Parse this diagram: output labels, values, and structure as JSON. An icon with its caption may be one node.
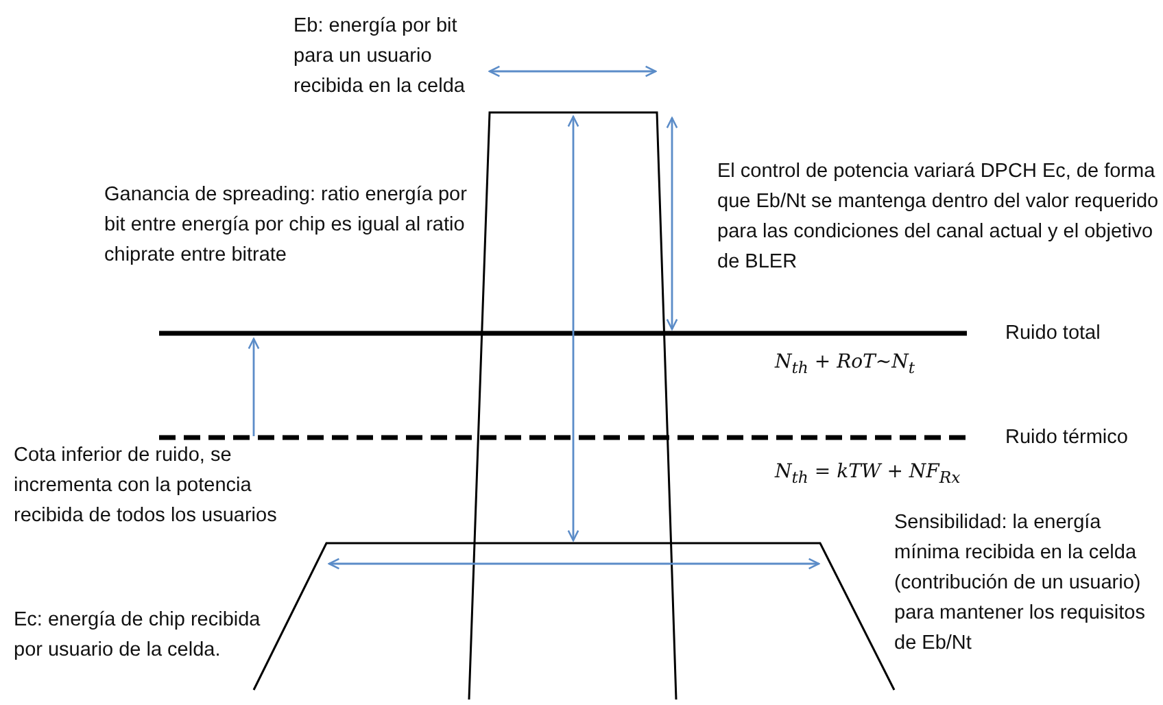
{
  "diagram": {
    "labels": [
      "Eb: energía por bit para un usuario recibida en la celda",
      "El control de potencia variará DPCH Ec, de forma que Eb/Nt se mantenga dentro del valor requerido para las condiciones del canal actual y el objetivo de BLER",
      "Ganancia de spreading: ratio energía por bit entre energía por chip es igual al ratio chiprate entre bitrate",
      "Ruido total",
      "N$_{th}$ + RoT~N$_{t}$",
      "Ruido térmico",
      "Cota inferior de ruido, se incrementa con la potencia recibida de todos los usuarios",
      "N$_{th}$ = kTW + NF$_{Rx}$",
      "Sensibilidad: la energía mínima recibida en la celda (contribución de un usuario) para mantener los requisitos de Eb/Nt",
      "Ec: energía de chip recibida por usuario de la celda."
    ]
  }
}
